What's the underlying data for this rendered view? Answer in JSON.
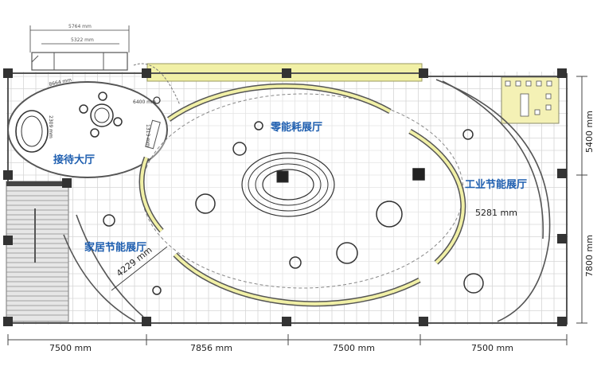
{
  "labels": {
    "zone_main": "零能耗展厅",
    "zone_reception": "接待大厅",
    "zone_industry": "工业节能展厅",
    "zone_home": "家居节能展厅"
  },
  "dimensions": {
    "bottom": [
      "7500 mm",
      "7856 mm",
      "7500 mm",
      "7500 mm"
    ],
    "right": [
      "5400 mm",
      "7800 mm"
    ],
    "top_outer": "5764 mm",
    "top_inner": "5322 mm",
    "radius_industry": "5281 mm",
    "radius_home": "4229 mm",
    "reception_a": "8664 mm",
    "reception_b": "2309 mm",
    "reception_c": "6400 mm",
    "reception_d": "1313 mm"
  },
  "colors": {
    "wall": "#555555",
    "grid": "#d6d6d6",
    "zone_text": "#1f5fb0",
    "accent_yellow": "#f1f0a6",
    "column": "#333333"
  }
}
